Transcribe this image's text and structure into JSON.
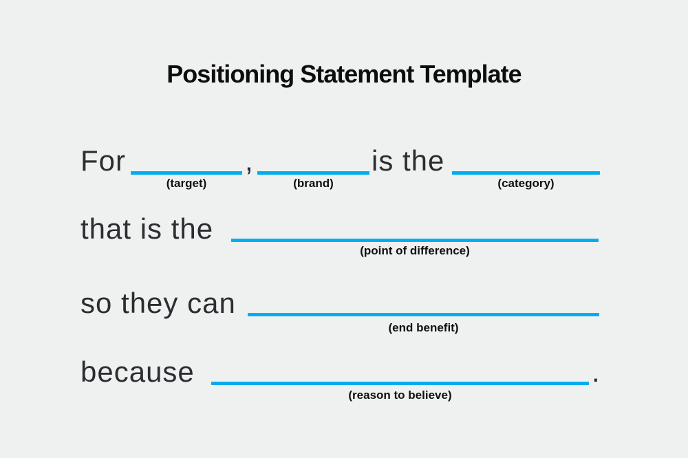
{
  "title": "Positioning Statement Template",
  "colors": {
    "background": "#eff1f1",
    "accent_blue": "#00aeef",
    "sentence_text": "#2b2d30",
    "label_text": "#0f0f0f"
  },
  "statement": {
    "row1": {
      "lead": "For",
      "comma": ",",
      "connector": "is the",
      "blanks": [
        {
          "label": "(target)"
        },
        {
          "label": "(brand)"
        },
        {
          "label": "(category)"
        }
      ]
    },
    "row2": {
      "lead": "that is the",
      "blank": {
        "label": "(point of difference)"
      }
    },
    "row3": {
      "lead": "so they can",
      "blank": {
        "label": "(end benefit)"
      }
    },
    "row4": {
      "lead": "because",
      "trail": ".",
      "blank": {
        "label": "(reason to believe)"
      }
    }
  }
}
